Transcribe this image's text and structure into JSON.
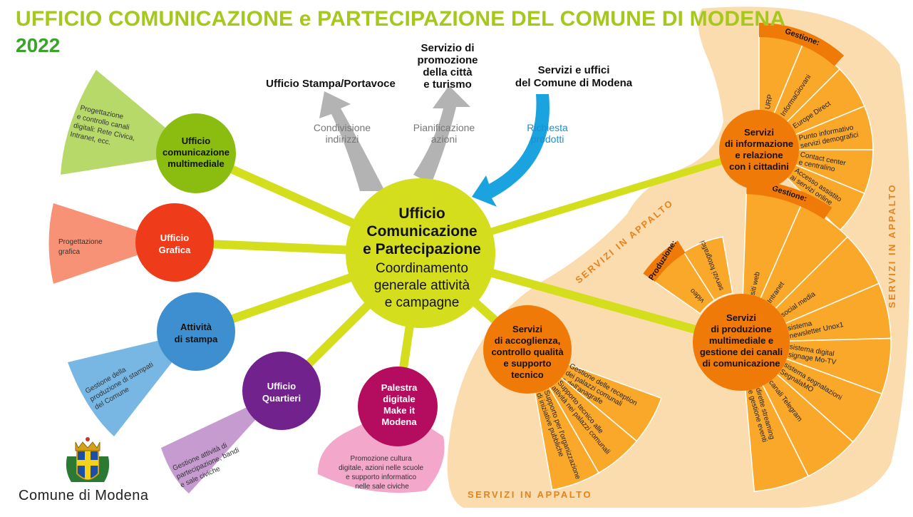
{
  "header": {
    "title": "UFFICIO COMUNICAZIONE e PARTECIPAZIONE DEL COMUNE DI MODENA",
    "year": "2022"
  },
  "logo": {
    "name": "Comune di Modena"
  },
  "center": {
    "title_lines": [
      "Ufficio",
      "Comunicazione",
      "e Partecipazione"
    ],
    "subtitle_lines": [
      "Coordinamento",
      "generale attività",
      "e campagne"
    ]
  },
  "top": {
    "stampa": {
      "lines": [
        "Ufficio Stampa/Portavoce"
      ]
    },
    "promozione": {
      "lines": [
        "Servizio di",
        "promozione",
        "della città",
        "e turismo"
      ]
    },
    "servizi_uffici": {
      "lines": [
        "Servizi e uffici",
        "del Comune di Modena"
      ]
    },
    "arrow_condivisione": {
      "lines": [
        "Condivisione",
        "indirizzi"
      ]
    },
    "arrow_pianificazione": {
      "lines": [
        "Pianificazione",
        "azioni"
      ]
    },
    "arrow_richiesta": {
      "lines": [
        "Richiesta",
        "prodotti"
      ]
    }
  },
  "left_nodes": [
    {
      "id": "multimediale",
      "lines": [
        "Ufficio",
        "comunicazione",
        "multimediale"
      ],
      "fan": [
        "Progettazione",
        "e controllo canali",
        "digitali: Rete Civica,",
        "Intranet, ecc."
      ]
    },
    {
      "id": "grafica",
      "lines": [
        "Ufficio",
        "Grafica"
      ],
      "fan": [
        "Progettazione",
        "grafica"
      ]
    },
    {
      "id": "stampa",
      "lines": [
        "Attività",
        "di stampa"
      ],
      "fan": [
        "Gestione della",
        "produzione di stampati",
        "del Comune"
      ]
    },
    {
      "id": "quartieri",
      "lines": [
        "Ufficio",
        "Quartieri"
      ],
      "fan": [
        "Gestione attività di",
        "partecipazione, bandi",
        "e sale civiche"
      ]
    },
    {
      "id": "palestra",
      "lines": [
        "Palestra",
        "digitale",
        "Make it",
        "Modena"
      ],
      "fan": [
        "Promozione cultura",
        "digitale, azioni nelle scuole",
        "e supporto informatico",
        "nelle sale civiche"
      ]
    }
  ],
  "appalto_labels": [
    "SERVIZI IN APPALTO",
    "SERVIZI IN APPALTO",
    "SERVIZI IN APPALTO"
  ],
  "informazione": {
    "lines": [
      "Servizi",
      "di informazione",
      "e relazione",
      "con i cittadini"
    ],
    "gestione": "Gestione:",
    "items": [
      [
        "URP"
      ],
      [
        "InformaGiovani"
      ],
      [
        "Europe Direct"
      ],
      [
        "Punto informativo",
        "servizi demografici"
      ],
      [
        "Contact center",
        "e centralino"
      ],
      [
        "Accesso assistito",
        "ai servizi online"
      ]
    ]
  },
  "produzione": {
    "lines": [
      "Servizi",
      "di produzione",
      "multimediale e",
      "gestione dei canali",
      "di comunicazione"
    ],
    "produzione_label": "Produzione:",
    "produzione_items": [
      [
        "video"
      ],
      [
        "servizi fotografici"
      ]
    ],
    "gestione": "Gestione:",
    "items": [
      [
        "siti web"
      ],
      [
        "Intranet"
      ],
      [
        "social media"
      ],
      [
        "sistema",
        "newsletter Unox1"
      ],
      [
        "sistema digital",
        "signage Mo-TV"
      ],
      [
        "sistema segnalazioni",
        "SegnalaMO"
      ],
      [
        "canali Telegram"
      ],
      [
        "dirette streaming",
        "e gestione eventi"
      ]
    ]
  },
  "accoglienza": {
    "lines": [
      "Servizi",
      "di accoglienza,",
      "controllo qualità",
      "e supporto",
      "tecnico"
    ],
    "items": [
      [
        "Gestione delle reception",
        "dei palazzi comunali",
        "e dell'anagrafe"
      ],
      [
        "Supporto tecnico alle",
        "attività nei palazzi comunali"
      ],
      [
        "Supporto per l'organizzazione",
        "di iniziative pubbliche"
      ]
    ]
  }
}
